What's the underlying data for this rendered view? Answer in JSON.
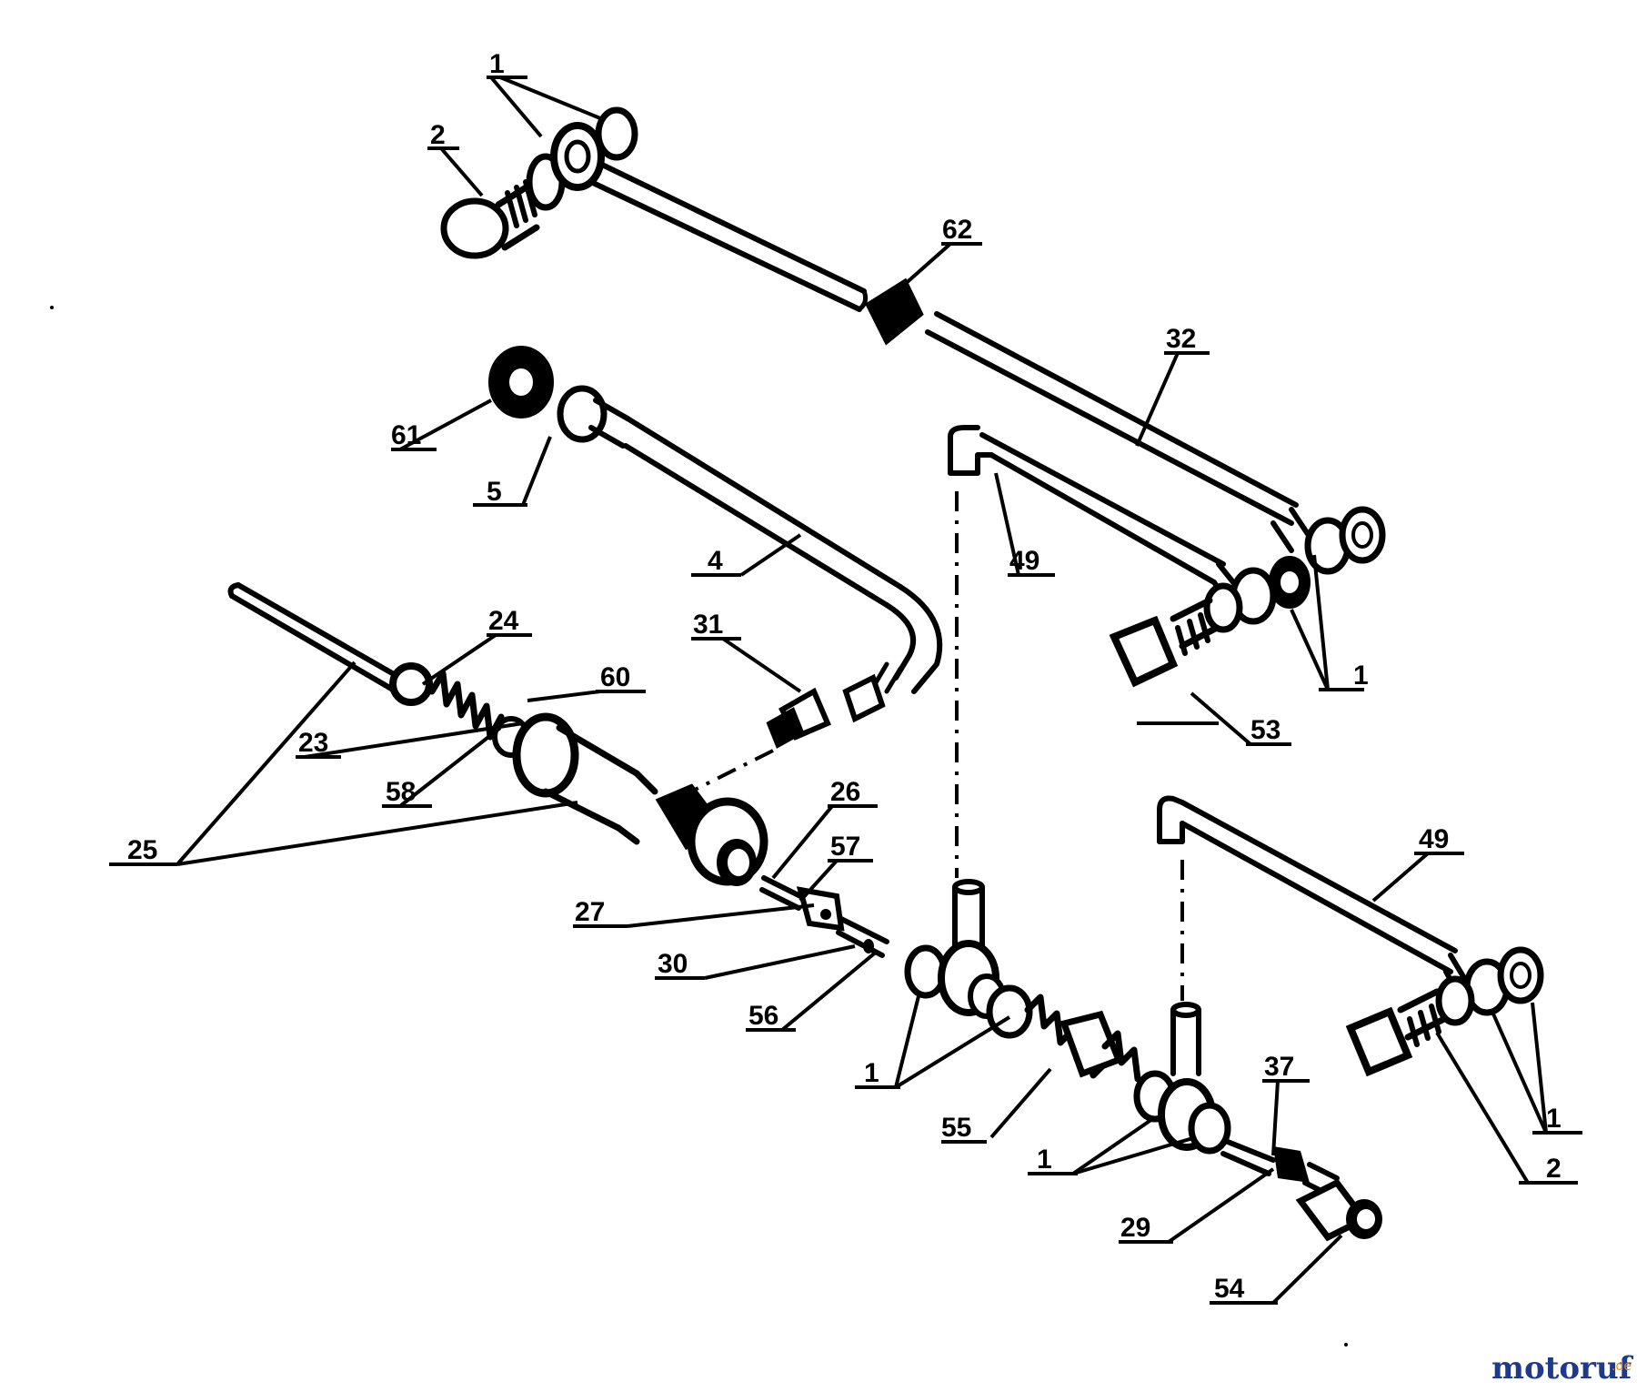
{
  "labels": {
    "l1a": "1",
    "l2a": "2",
    "l62": "62",
    "l32": "32",
    "l61": "61",
    "l5": "5",
    "l4": "4",
    "l49a": "49",
    "l1b": "1",
    "l53": "53",
    "l31": "31",
    "l24": "24",
    "l60": "60",
    "l23": "23",
    "l58": "58",
    "l25": "25",
    "l26": "26",
    "l57": "57",
    "l27": "27",
    "l30": "30",
    "l56": "56",
    "l49b": "49",
    "l1c": "1",
    "l55": "55",
    "l37": "37",
    "l1d": "1",
    "l1e": "1",
    "l2b": "2",
    "l29": "29",
    "l54": "54"
  },
  "watermark": {
    "main": "motoruf",
    "suffix": ".de"
  },
  "colors": {
    "ink": "#000000",
    "paper": "#ffffff",
    "watermark_blue": "#1f3a8a",
    "watermark_orange": "#e8891c"
  }
}
